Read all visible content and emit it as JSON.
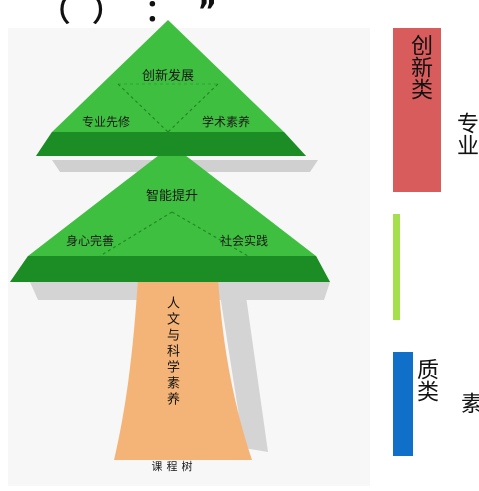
{
  "header_fragment": "（ ）  ：    ” ",
  "tree": {
    "top_tier": {
      "center": "创新发展",
      "left": "专业先修",
      "right": "学术素养"
    },
    "middle_tier": {
      "center": "智能提升",
      "left": "身心完善",
      "right": "社会实践"
    },
    "trunk": "人文与科学素养",
    "caption": "课程树"
  },
  "legend": {
    "innovation": {
      "label": "创新类",
      "side_text": "专业",
      "color": "#d85c5c"
    },
    "middle_bar": {
      "color": "#a4e04c"
    },
    "quality": {
      "label": "质类",
      "side_text": "素",
      "color": "#0f6fc9"
    }
  },
  "colors": {
    "green": "#3fbf3f",
    "green_dark": "#1c8c24",
    "trunk": "#f5b477",
    "shadow": "#d0d0d0"
  }
}
